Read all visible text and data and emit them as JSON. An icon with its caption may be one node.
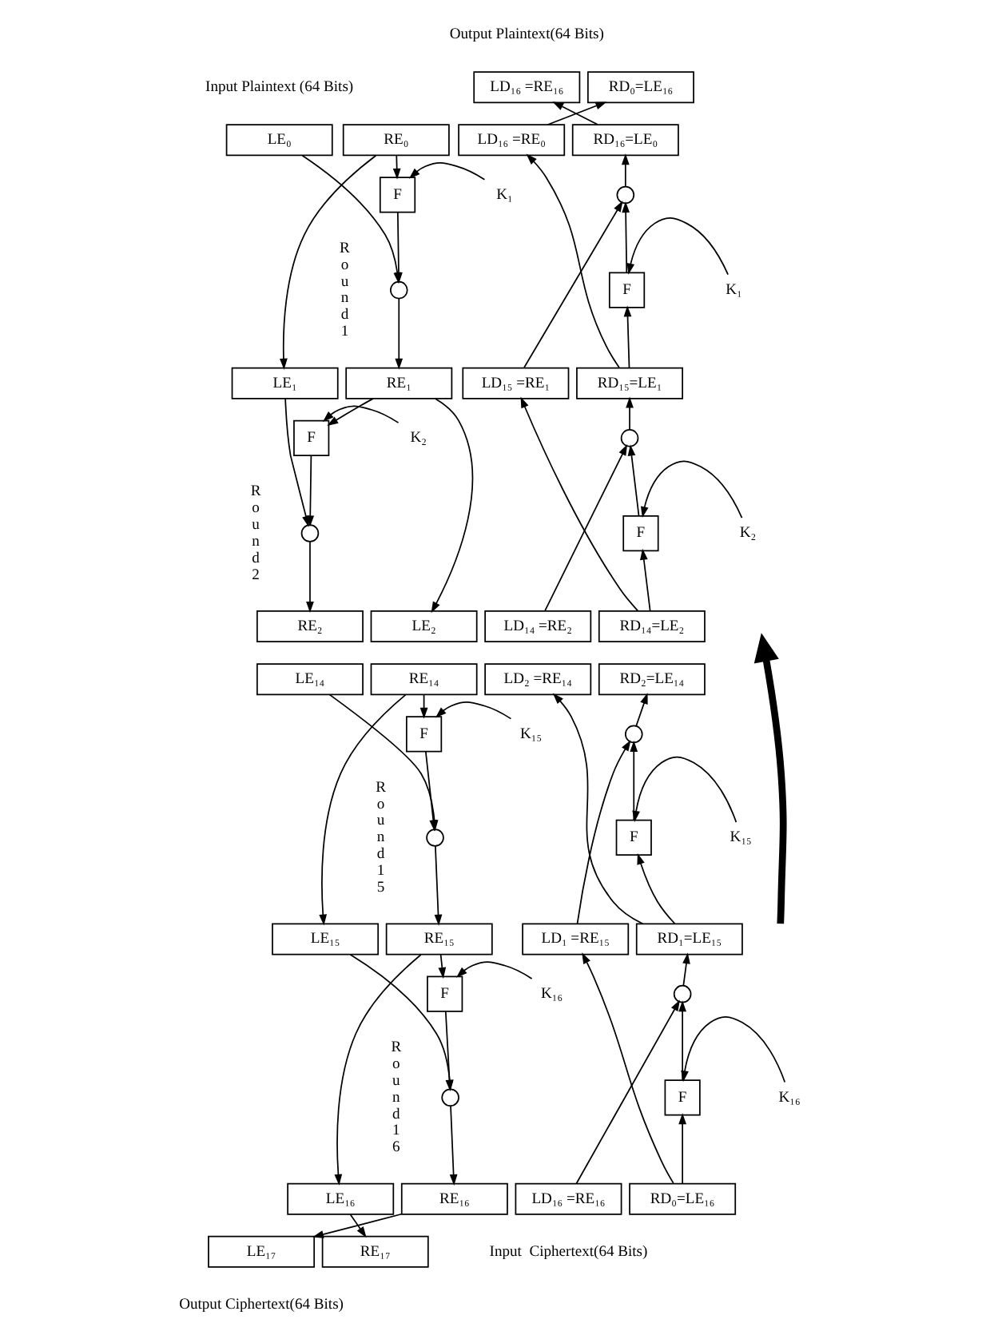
{
  "diagram": {
    "nodes": [
      {
        "text": [
          "LE₀"
        ]
      },
      {
        "text": [
          "RE₀"
        ]
      },
      {
        "text": [
          "F"
        ]
      },
      {
        "text": [
          "K₁"
        ]
      },
      {
        "text": [],
        "shape": "circle"
      },
      {
        "text": [
          "LE₁"
        ]
      },
      {
        "text": [
          "RE₁"
        ]
      },
      {
        "text": [
          "F"
        ]
      },
      {
        "text": [
          "K₂"
        ]
      },
      {
        "text": [],
        "shape": "circle"
      },
      {
        "text": [
          "LE₂"
        ]
      },
      {
        "text": [
          "RE₂"
        ]
      },
      {
        "text": [
          "LE₁₄"
        ]
      },
      {
        "text": [
          "RE₁₄"
        ]
      },
      {
        "text": [
          "F"
        ]
      },
      {
        "text": [
          "K₁₅"
        ]
      },
      {
        "text": [],
        "shape": "circle"
      },
      {
        "text": [
          "LE₁₅"
        ]
      },
      {
        "text": [
          "RE₁₅"
        ]
      },
      {
        "text": [
          "F"
        ]
      },
      {
        "text": [
          "K₁₆"
        ]
      },
      {
        "text": [],
        "shape": "circle"
      },
      {
        "text": [
          "LE₁₆"
        ]
      },
      {
        "text": [
          "RE₁₆"
        ]
      },
      {
        "text": [
          "LE₁₇"
        ]
      },
      {
        "text": [
          "RE₁₇"
        ]
      },
      {
        "text": [
          "LD₁₆ =RE₁₆"
        ]
      },
      {
        "text": [
          "RD₀=LE₁₆"
        ]
      },
      {
        "text": [
          "LD₁₆ =RE₀"
        ]
      },
      {
        "text": [
          "RD₁₆=LE₀"
        ]
      },
      {
        "text": [],
        "shape": "circle"
      },
      {
        "text": [
          "F"
        ]
      },
      {
        "text": [
          "K₁"
        ]
      },
      {
        "text": [
          "LD₁₅ =RE₁"
        ]
      },
      {
        "text": [
          "RD₁₅=LE₁"
        ]
      },
      {
        "text": [],
        "shape": "circle"
      },
      {
        "text": [
          "F"
        ]
      },
      {
        "text": [
          "K₂"
        ]
      },
      {
        "text": [
          "LD₁₄ =RE₂"
        ]
      },
      {
        "text": [
          "RD₁₄=LE₂"
        ]
      },
      {
        "text": [
          "LD₂ =RE₁₄"
        ]
      },
      {
        "text": [
          "RD₂=LE₁₄"
        ]
      },
      {
        "text": [],
        "shape": "circle"
      },
      {
        "text": [
          "F"
        ]
      },
      {
        "text": [
          "K₁₅"
        ]
      },
      {
        "text": [
          "LD₁ =RE₁₅"
        ]
      },
      {
        "text": [
          "RD₁=LE₁₅"
        ]
      },
      {
        "text": [],
        "shape": "circle"
      },
      {
        "text": [
          "F"
        ]
      },
      {
        "text": [
          "K₁₆"
        ]
      },
      {
        "text": [
          "LD₁₆ =RE₁₆"
        ]
      },
      {
        "text": [
          "RD₀=LE₁₆"
        ]
      }
    ],
    "edges": [
      {
        "from": 1,
        "to": 2,
        "arrow": "to"
      },
      {
        "from": 3,
        "to": 2,
        "arrow": "to"
      },
      {
        "from": 2,
        "to": 4,
        "arrow": "to"
      },
      {
        "from": 0,
        "to": 4,
        "arrow": "to"
      },
      {
        "from": 4,
        "to": 6,
        "arrow": "to"
      },
      {
        "from": 1,
        "to": 5,
        "arrow": "to"
      },
      {
        "from": 6,
        "to": 7,
        "arrow": "to"
      },
      {
        "from": 8,
        "to": 7,
        "arrow": "to"
      },
      {
        "from": 7,
        "to": 9,
        "arrow": "to"
      },
      {
        "from": 5,
        "to": 9,
        "arrow": "to"
      },
      {
        "from": 9,
        "to": 11,
        "arrow": "to"
      },
      {
        "from": 6,
        "to": 10,
        "arrow": "to"
      },
      {
        "from": 13,
        "to": 14,
        "arrow": "to"
      },
      {
        "from": 15,
        "to": 14,
        "arrow": "to"
      },
      {
        "from": 14,
        "to": 16,
        "arrow": "to"
      },
      {
        "from": 12,
        "to": 16,
        "arrow": "to"
      },
      {
        "from": 16,
        "to": 18,
        "arrow": "to"
      },
      {
        "from": 13,
        "to": 17,
        "arrow": "to"
      },
      {
        "from": 18,
        "to": 19,
        "arrow": "to"
      },
      {
        "from": 20,
        "to": 19,
        "arrow": "to"
      },
      {
        "from": 19,
        "to": 21,
        "arrow": "to"
      },
      {
        "from": 17,
        "to": 21,
        "arrow": "to"
      },
      {
        "from": 21,
        "to": 23,
        "arrow": "to"
      },
      {
        "from": 18,
        "to": 22,
        "arrow": "to"
      },
      {
        "from": 22,
        "to": 25,
        "arrow": "to"
      },
      {
        "from": 23,
        "to": 24,
        "arrow": "to"
      },
      {
        "from": 51,
        "to": 48,
        "arrow": "to"
      },
      {
        "from": 49,
        "to": 48,
        "arrow": "to"
      },
      {
        "from": 48,
        "to": 47,
        "arrow": "to"
      },
      {
        "from": 50,
        "to": 47,
        "arrow": "to"
      },
      {
        "from": 47,
        "to": 46,
        "arrow": "to"
      },
      {
        "from": 51,
        "to": 45,
        "arrow": "to"
      },
      {
        "from": 46,
        "to": 43,
        "arrow": "to"
      },
      {
        "from": 44,
        "to": 43,
        "arrow": "to"
      },
      {
        "from": 43,
        "to": 42,
        "arrow": "to"
      },
      {
        "from": 45,
        "to": 42,
        "arrow": "to"
      },
      {
        "from": 42,
        "to": 41,
        "arrow": "to"
      },
      {
        "from": 46,
        "to": 40,
        "arrow": "to"
      },
      {
        "from": 39,
        "to": 36,
        "arrow": "to"
      },
      {
        "from": 37,
        "to": 36,
        "arrow": "to"
      },
      {
        "from": 36,
        "to": 35,
        "arrow": "to"
      },
      {
        "from": 38,
        "to": 35,
        "arrow": "to"
      },
      {
        "from": 35,
        "to": 34,
        "arrow": "to"
      },
      {
        "from": 39,
        "to": 33,
        "arrow": "to"
      },
      {
        "from": 34,
        "to": 31,
        "arrow": "to"
      },
      {
        "from": 32,
        "to": 31,
        "arrow": "to"
      },
      {
        "from": 31,
        "to": 30,
        "arrow": "to"
      },
      {
        "from": 33,
        "to": 30,
        "arrow": "to"
      },
      {
        "from": 30,
        "to": 29,
        "arrow": "to"
      },
      {
        "from": 34,
        "to": 28,
        "arrow": "to"
      },
      {
        "from": 28,
        "to": 27,
        "arrow": "to"
      },
      {
        "from": 29,
        "to": 26,
        "arrow": "to"
      }
    ],
    "labels": [
      "Output Plaintext(64 Bits)",
      "Input Plaintext (64 Bits)",
      "R o u n d 1",
      "R o u n d 2",
      "R o u n d 1 5",
      "R o u n d 1 6",
      "Input  Ciphertext(64 Bits)",
      "Output Ciphertext(64 Bits)"
    ]
  }
}
